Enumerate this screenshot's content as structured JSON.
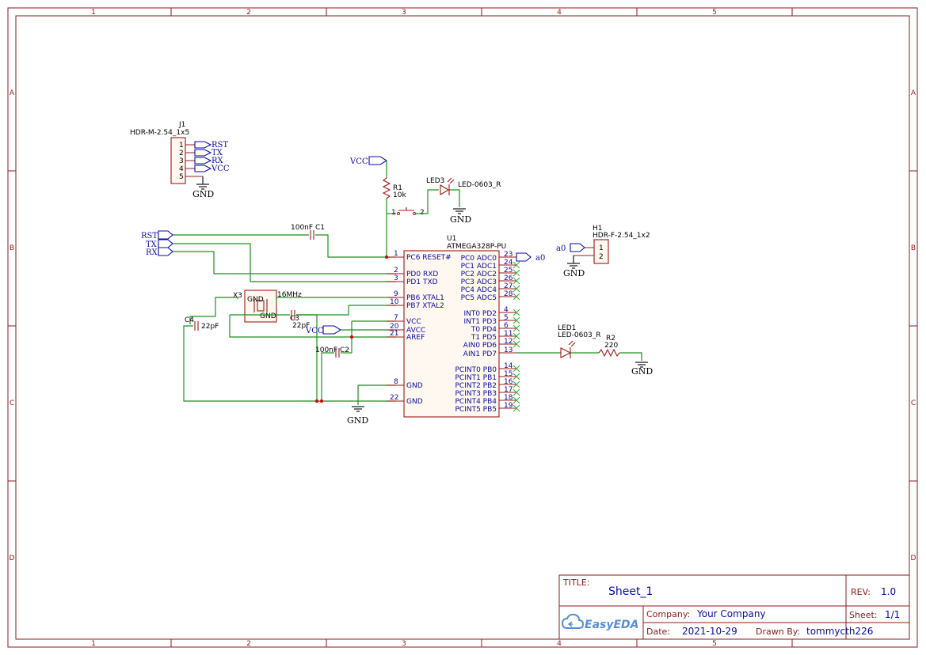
{
  "sheet": {
    "zone_cols": [
      "1",
      "2",
      "3",
      "4",
      "5"
    ],
    "zone_rows": [
      "A",
      "B",
      "C",
      "D"
    ]
  },
  "title_block": {
    "title_label": "TITLE:",
    "title": "Sheet_1",
    "rev_label": "REV:",
    "rev": "1.0",
    "company_label": "Company:",
    "company": "Your Company",
    "sheet_label": "Sheet:",
    "sheet": "1/1",
    "date_label": "Date:",
    "date": "2021-10-29",
    "drawn_label": "Drawn By:",
    "drawn_by": "tommycth226",
    "logo": "EasyEDA"
  },
  "j1": {
    "ref": "J1",
    "value": "HDR-M-2.54_1x5",
    "pins": [
      "1",
      "2",
      "3",
      "4",
      "5"
    ],
    "nets": [
      "RST",
      "TX",
      "RX",
      "VCC"
    ]
  },
  "ports": {
    "vcc_top": "VCC",
    "vcc_mid": "VCC",
    "rst": "RST",
    "tx": "TX",
    "rx": "RX",
    "a0_left": "a0",
    "a0_right": "a0"
  },
  "gnd_label": "GND",
  "r1": {
    "ref": "R1",
    "value": "10k"
  },
  "led3": {
    "ref": "LED3",
    "value": "LED-0603_R"
  },
  "sw": {
    "pin1": "1",
    "pin2": "2"
  },
  "c1": {
    "ref": "C1",
    "value": "100nF"
  },
  "c2": {
    "ref": "C2",
    "value": "100nF"
  },
  "c3": {
    "ref": "C3",
    "value": "22pF"
  },
  "c4": {
    "ref": "C4",
    "value": "22pF"
  },
  "x3": {
    "ref": "X3",
    "value": "16MHz",
    "gnd1": "GND",
    "gnd2": "GND"
  },
  "h1": {
    "ref": "H1",
    "value": "HDR-F-2.54_1x2",
    "pin1": "1",
    "pin2": "2"
  },
  "led1": {
    "ref": "LED1",
    "value": "LED-0603_R"
  },
  "r2": {
    "ref": "R2",
    "value": "220"
  },
  "u1": {
    "ref": "U1",
    "value": "ATMEGA328P-PU",
    "left_pins": [
      {
        "num": "1",
        "name": "PC6 RESET#"
      },
      {
        "num": "2",
        "name": "PD0 RXD"
      },
      {
        "num": "3",
        "name": "PD1 TXD"
      },
      {
        "num": "9",
        "name": "PB6 XTAL1"
      },
      {
        "num": "10",
        "name": "PB7 XTAL2"
      },
      {
        "num": "7",
        "name": "VCC"
      },
      {
        "num": "20",
        "name": "AVCC"
      },
      {
        "num": "21",
        "name": "AREF"
      },
      {
        "num": "8",
        "name": "GND"
      },
      {
        "num": "22",
        "name": "GND"
      }
    ],
    "right_pins": [
      {
        "num": "23",
        "name": "PC0 ADC0"
      },
      {
        "num": "24",
        "name": "PC1 ADC1"
      },
      {
        "num": "25",
        "name": "PC2 ADC2"
      },
      {
        "num": "26",
        "name": "PC3 ADC3"
      },
      {
        "num": "27",
        "name": "PC4 ADC4"
      },
      {
        "num": "28",
        "name": "PC5 ADC5"
      },
      {
        "num": "4",
        "name": "INT0 PD2"
      },
      {
        "num": "5",
        "name": "INT1 PD3"
      },
      {
        "num": "6",
        "name": "T0 PD4"
      },
      {
        "num": "11",
        "name": "T1 PD5"
      },
      {
        "num": "12",
        "name": "AIN0 PD6"
      },
      {
        "num": "13",
        "name": "AIN1 PD7"
      },
      {
        "num": "14",
        "name": "PCINT0 PB0"
      },
      {
        "num": "15",
        "name": "PCINT1 PB1"
      },
      {
        "num": "16",
        "name": "PCINT2 PB2"
      },
      {
        "num": "17",
        "name": "PCINT3 PB3"
      },
      {
        "num": "18",
        "name": "PCINT4 PB4"
      },
      {
        "num": "19",
        "name": "PCINT5 PB5"
      }
    ]
  }
}
